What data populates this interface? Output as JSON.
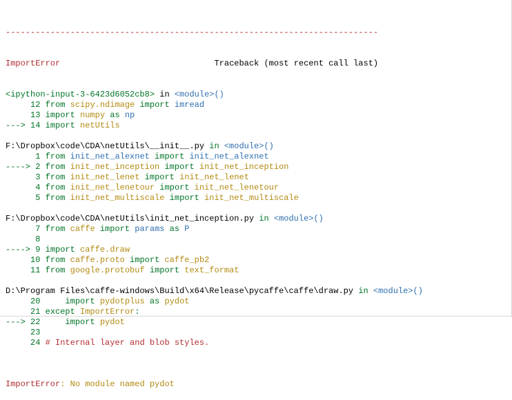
{
  "colors": {
    "background": "#ffffff",
    "red": "#b22b31",
    "green": "#007427",
    "blue": "#2f6fb0",
    "gold": "#b38a12",
    "text": "#000000"
  },
  "traceback": {
    "separator": "---------------------------------------------------------------------------",
    "error_name": "ImportError",
    "header_right": "Traceback (most recent call last)",
    "frames": [
      {
        "location": "<ipython-input-3-6423d6052cb8>",
        "in": " in ",
        "scope": "<module>",
        "parens": "()",
        "lines": [
          {
            "arrow": "     ",
            "num": "12",
            "parts": [
              [
                "k",
                " from "
              ],
              [
                "m",
                "scipy.ndimage"
              ],
              [
                "k",
                " import "
              ],
              [
                "n",
                "imread"
              ]
            ]
          },
          {
            "arrow": "     ",
            "num": "13",
            "parts": [
              [
                "k",
                " import "
              ],
              [
                "m",
                "numpy"
              ],
              [
                "k",
                " as "
              ],
              [
                "n",
                "np"
              ]
            ]
          },
          {
            "arrow": "---> ",
            "num": "14",
            "parts": [
              [
                "k",
                " import "
              ],
              [
                "m",
                "netUtils"
              ]
            ]
          }
        ]
      },
      {
        "location": "F:\\Dropbox\\code\\CDA\\netUtils\\__init__.py",
        "in": " in ",
        "scope": "<module>",
        "parens": "()",
        "lines": [
          {
            "arrow": "      ",
            "num": "1",
            "parts": [
              [
                "k",
                " from "
              ],
              [
                "n",
                "init_net_alexnet"
              ],
              [
                "k",
                " import "
              ],
              [
                "n",
                "init_net_alexnet"
              ]
            ]
          },
          {
            "arrow": "----> ",
            "num": "2",
            "parts": [
              [
                "k",
                " from "
              ],
              [
                "m",
                "init_net_inception"
              ],
              [
                "k",
                " import "
              ],
              [
                "m",
                "init_net_inception"
              ]
            ]
          },
          {
            "arrow": "      ",
            "num": "3",
            "parts": [
              [
                "k",
                " from "
              ],
              [
                "m",
                "init_net_lenet"
              ],
              [
                "k",
                " import "
              ],
              [
                "m",
                "init_net_lenet"
              ]
            ]
          },
          {
            "arrow": "      ",
            "num": "4",
            "parts": [
              [
                "k",
                " from "
              ],
              [
                "m",
                "init_net_lenetour"
              ],
              [
                "k",
                " import "
              ],
              [
                "m",
                "init_net_lenetour"
              ]
            ]
          },
          {
            "arrow": "      ",
            "num": "5",
            "parts": [
              [
                "k",
                " from "
              ],
              [
                "m",
                "init_net_multiscale"
              ],
              [
                "k",
                " import "
              ],
              [
                "m",
                "init_net_multiscale"
              ]
            ]
          }
        ]
      },
      {
        "location": "F:\\Dropbox\\code\\CDA\\netUtils\\init_net_inception.py",
        "in": " in ",
        "scope": "<module>",
        "parens": "()",
        "lines": [
          {
            "arrow": "      ",
            "num": "7",
            "parts": [
              [
                "k",
                " from "
              ],
              [
                "m",
                "caffe"
              ],
              [
                "k",
                " import "
              ],
              [
                "n",
                "params"
              ],
              [
                "k",
                " as "
              ],
              [
                "n",
                "P"
              ]
            ]
          },
          {
            "arrow": "      ",
            "num": "8",
            "parts": []
          },
          {
            "arrow": "----> ",
            "num": "9",
            "parts": [
              [
                "k",
                " import "
              ],
              [
                "m",
                "caffe.draw"
              ]
            ]
          },
          {
            "arrow": "     ",
            "num": "10",
            "parts": [
              [
                "k",
                " from "
              ],
              [
                "m",
                "caffe.proto"
              ],
              [
                "k",
                " import "
              ],
              [
                "m",
                "caffe_pb2"
              ]
            ]
          },
          {
            "arrow": "     ",
            "num": "11",
            "parts": [
              [
                "k",
                " from "
              ],
              [
                "m",
                "google.protobuf"
              ],
              [
                "k",
                " import "
              ],
              [
                "m",
                "text_format"
              ]
            ]
          }
        ]
      },
      {
        "location": "D:\\Program Files\\caffe-windows\\Build\\x64\\Release\\pycaffe\\caffe\\draw.py",
        "in": " in ",
        "scope": "<module>",
        "parens": "()",
        "lines": [
          {
            "arrow": "     ",
            "num": "20",
            "parts": [
              [
                "k",
                "     import "
              ],
              [
                "m",
                "pydotplus"
              ],
              [
                "k",
                " as "
              ],
              [
                "m",
                "pydot"
              ]
            ]
          },
          {
            "arrow": "     ",
            "num": "21",
            "parts": [
              [
                "k",
                " except "
              ],
              [
                "m",
                "ImportError"
              ],
              [
                "k",
                ":"
              ]
            ]
          },
          {
            "arrow": "---> ",
            "num": "22",
            "parts": [
              [
                "k",
                "     import "
              ],
              [
                "m",
                "pydot"
              ]
            ]
          },
          {
            "arrow": "     ",
            "num": "23",
            "parts": []
          },
          {
            "arrow": "     ",
            "num": "24",
            "parts": [
              [
                "c",
                " # Internal layer and blob styles."
              ]
            ]
          }
        ]
      }
    ],
    "final_error": {
      "name": "ImportError",
      "message": ": No module named pydot"
    }
  }
}
